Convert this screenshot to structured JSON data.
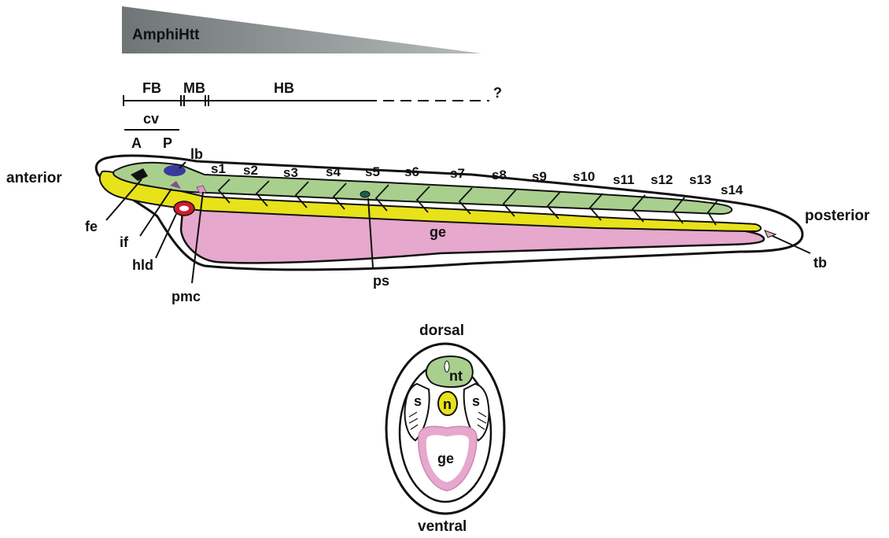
{
  "gradient": {
    "label": "AmphiHtt"
  },
  "regions": {
    "fb": "FB",
    "mb": "MB",
    "hb": "HB",
    "unknown": "?"
  },
  "cv": {
    "label": "cv",
    "a": "A",
    "p": "P"
  },
  "orientation": {
    "anterior": "anterior",
    "posterior": "posterior",
    "dorsal": "dorsal",
    "ventral": "ventral"
  },
  "structures": {
    "lb": "lb",
    "fe": "fe",
    "if": "if",
    "hld": "hld",
    "pmc": "pmc",
    "ge": "ge",
    "ps": "ps",
    "tb": "tb"
  },
  "somites": [
    "s1",
    "s2",
    "s3",
    "s4",
    "s5",
    "s6",
    "s7",
    "s8",
    "s9",
    "s10",
    "s11",
    "s12",
    "s13",
    "s14"
  ],
  "section": {
    "nt": "nt",
    "n": "n",
    "s_left": "s",
    "s_right": "s",
    "ge": "ge"
  },
  "colors": {
    "neural_tube": "#a9cf8e",
    "notochord": "#e8e21a",
    "gut": "#e6a8cc",
    "outline": "#111111",
    "gradient_bar": "#8e9496",
    "club_shaped_gland": "#d11a2a",
    "lb_blob": "#3b3a9c",
    "ps_dot": "#1f5e4a"
  }
}
